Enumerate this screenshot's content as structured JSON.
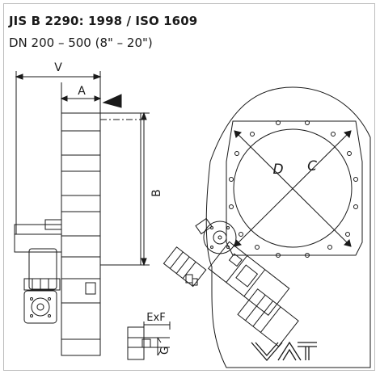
{
  "header": {
    "title": "JIS B 2290: 1998 / ISO 1609",
    "subtitle": "DN 200 – 500 (8\" – 20\")"
  },
  "dimensions": {
    "v": "V",
    "a": "A",
    "b": "B",
    "c": "C",
    "d": "D",
    "exf": "ExF",
    "g": "G"
  },
  "logo_text": "VAT",
  "colors": {
    "line": "#1a1a1a",
    "frame": "#bdbdbd"
  }
}
